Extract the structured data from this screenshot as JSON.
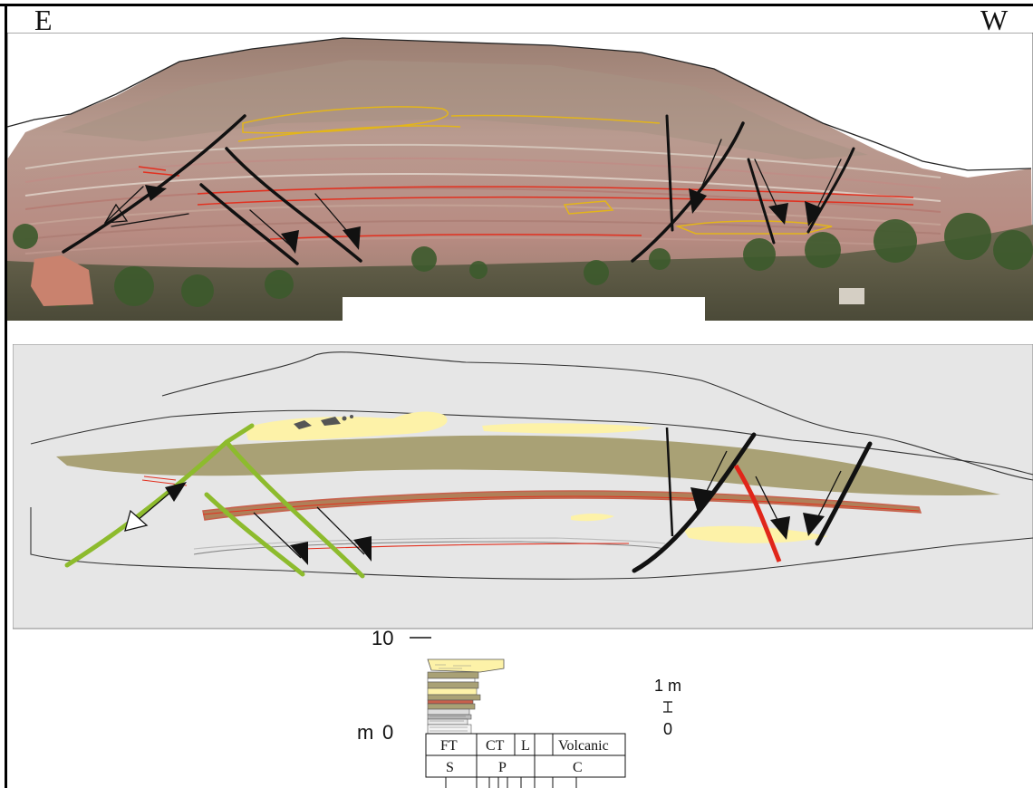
{
  "orientation": {
    "left": "E",
    "right": "W"
  },
  "photo_panel": {
    "kind": "outcrop photograph with interpreted faults"
  },
  "interpretation_panel": {
    "kind": "line drawing of outcrop"
  },
  "log": {
    "top_marker": "10",
    "bottom_marker": "0",
    "unit_label": "m",
    "facies_header": [
      "FT",
      "CT",
      "L",
      "Volcanic"
    ],
    "grain_header": [
      "S",
      "P",
      "C"
    ]
  },
  "scale_bar": {
    "top_label": "1 m",
    "bottom_label": "0"
  },
  "colors": {
    "photo_sky": "#ffffff",
    "cliff": "#b5948a",
    "sandstone": "#fdf2a8",
    "siltstone": "#a9a175",
    "mudstone_red": "#c8604c",
    "fault_green": "#8dbb2d",
    "fault_black": "#111111",
    "fault_red": "#e0261a",
    "panel_bg": "#e6e6e6"
  }
}
